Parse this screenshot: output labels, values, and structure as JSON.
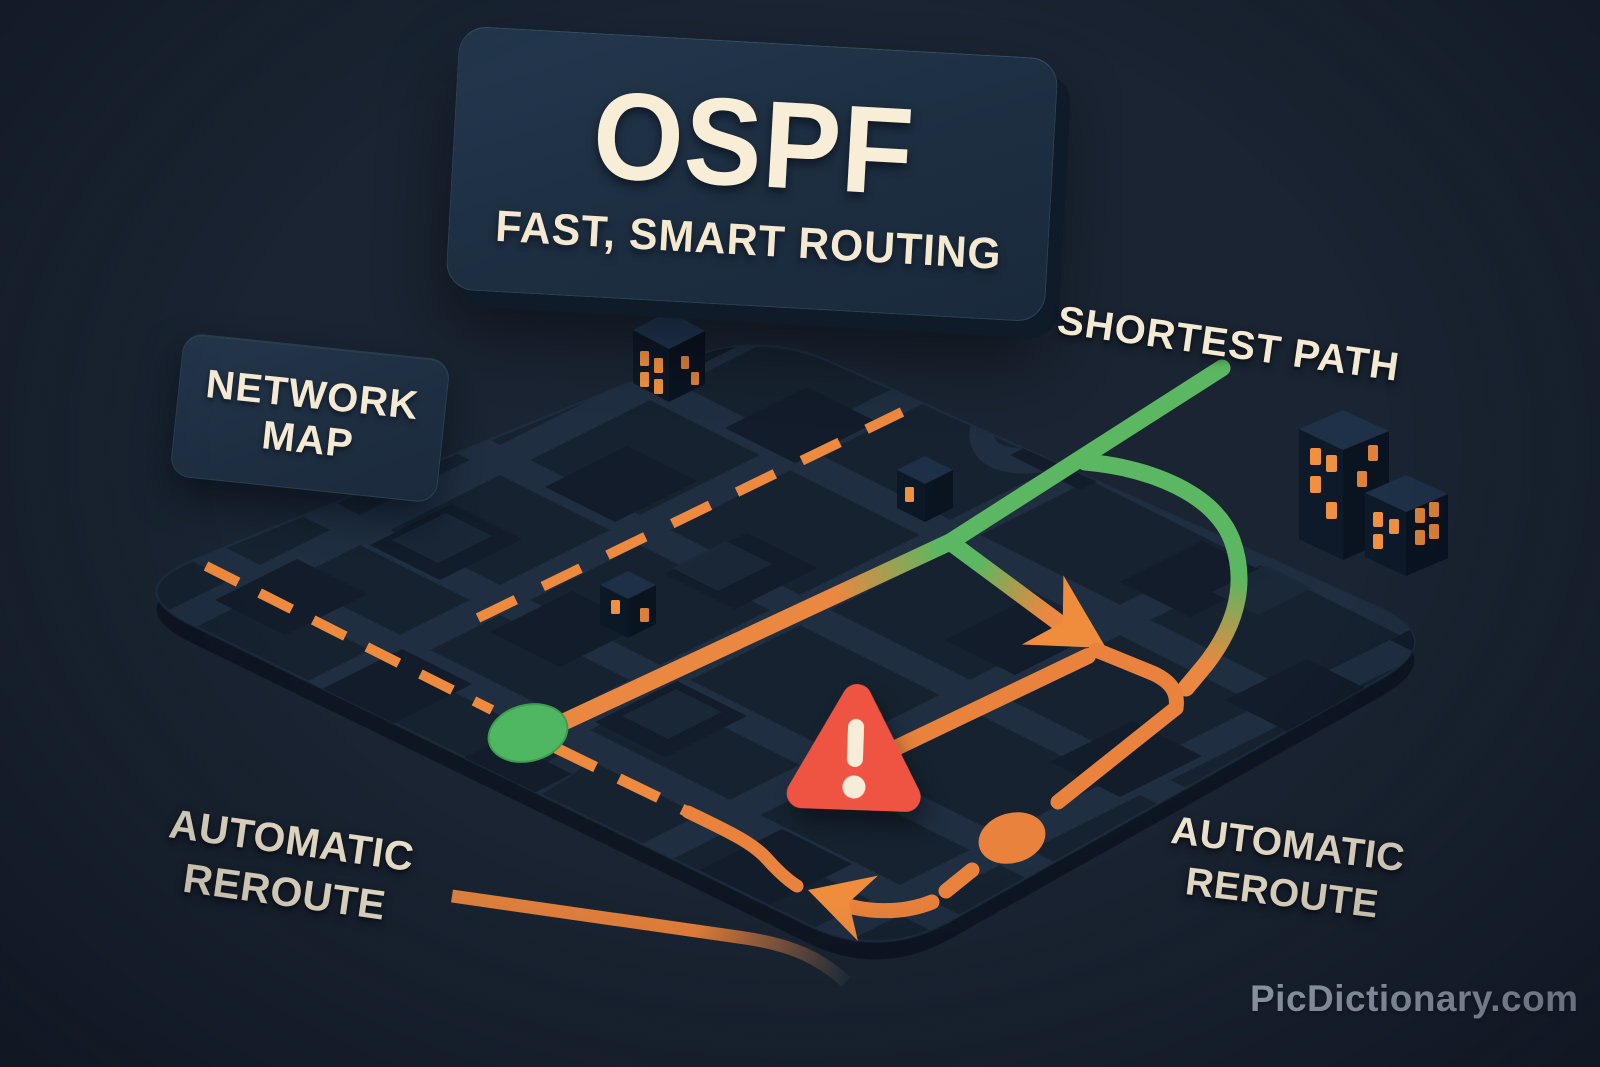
{
  "page": {
    "title_panel": {
      "title": "OSPF",
      "subtitle": "FAST, SMART ROUTING"
    }
  },
  "badges": {
    "network_map": {
      "line1": "NETWORK",
      "line2": "MAP"
    }
  },
  "labels": {
    "shortest_path": "SHORTEST PATH",
    "reroute_left": {
      "line1": "AUTOMATIC",
      "line2": "REROUTE"
    },
    "reroute_right": {
      "line1": "AUTOMATIC",
      "line2": "REROUTE"
    }
  },
  "watermark": "PicDictionary.com",
  "icons": {
    "warning": "warning-triangle-icon",
    "warning_symbol": "!",
    "source_node": "green-dot-icon",
    "reroute_node": "orange-dot-icon",
    "route_arrow": "arrowhead-icon",
    "buildings": "city-building-icon"
  },
  "colors": {
    "background": "#1a2432",
    "map_surface": "#16222f",
    "road": "#1f2e41",
    "block": "#121c2a",
    "route_orange": "#ea8740",
    "route_green": "#5bb761",
    "alert_red": "#d9402f",
    "window_orange": "#ef9140",
    "text_cream": "#f4e9d2",
    "watermark_gray": "#a9b3c3",
    "panel_navy": "#1d2e41"
  }
}
